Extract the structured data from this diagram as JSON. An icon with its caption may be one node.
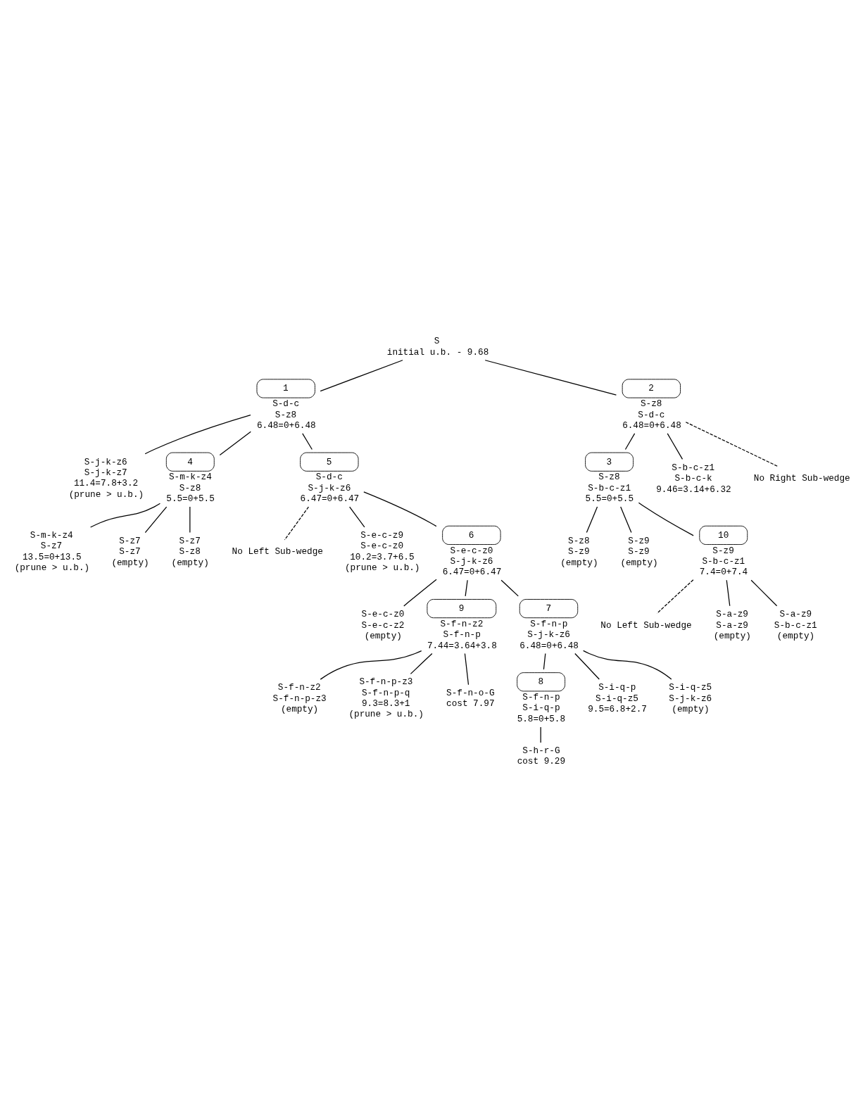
{
  "diagram": {
    "nodes": [
      {
        "text": [
          "S",
          "initial u.b. - 9.68"
        ]
      },
      {
        "text": [
          "1",
          "S-d-c",
          "S-z8",
          "6.48=0+6.48"
        ]
      },
      {
        "text": [
          "2",
          "S-z8",
          "S-d-c",
          "6.48=0+6.48"
        ]
      },
      {
        "text": [
          "S-j-k-z6",
          "S-j-k-z7",
          "11.4=7.8+3.2",
          "(prune > u.b.)"
        ]
      },
      {
        "text": [
          "4",
          "S-m-k-z4",
          "S-z8",
          "5.5=0+5.5"
        ]
      },
      {
        "text": [
          "S-m-k-z4",
          "S-z7",
          "13.5=0+13.5",
          "(prune > u.b.)"
        ]
      },
      {
        "text": [
          "S-z7",
          "S-z7",
          "(empty)"
        ]
      },
      {
        "text": [
          "S-z7",
          "S-z8",
          "(empty)"
        ]
      },
      {
        "text": [
          "5",
          "S-d-c",
          "S-j-k-z6",
          "6.47=0+6.47"
        ]
      },
      {
        "text": [
          "No Left Sub-wedge"
        ]
      },
      {
        "text": [
          "S-e-c-z9",
          "S-e-c-z0",
          "10.2=3.7+6.5",
          "(prune > u.b.)"
        ]
      },
      {
        "text": [
          "6",
          "S-e-c-z0",
          "S-j-k-z6",
          "6.47=0+6.47"
        ]
      },
      {
        "text": [
          "S-e-c-z0",
          "S-e-c-z2",
          "(empty)"
        ]
      },
      {
        "text": [
          "9",
          "S-f-n-z2",
          "S-f-n-p",
          "7.44=3.64+3.8"
        ]
      },
      {
        "text": [
          "S-f-n-z2",
          "S-f-n-p-z3",
          "(empty)"
        ]
      },
      {
        "text": [
          "S-f-n-p-z3",
          "S-f-n-p-q",
          "9.3=8.3+1",
          "(prune > u.b.)"
        ]
      },
      {
        "text": [
          "S-f-n-o-G",
          "cost 7.97"
        ]
      },
      {
        "text": [
          "7",
          "S-f-n-p",
          "S-j-k-z6",
          "6.48=0+6.48"
        ]
      },
      {
        "text": [
          "8",
          "S-f-n-p",
          "S-i-q-p",
          "5.8=0+5.8"
        ]
      },
      {
        "text": [
          "S-h-r-G",
          "cost 9.29"
        ]
      },
      {
        "text": [
          "S-i-q-p",
          "S-i-q-z5",
          "9.5=6.8+2.7"
        ]
      },
      {
        "text": [
          "S-i-q-z5",
          "S-j-k-z6",
          "(empty)"
        ]
      },
      {
        "text": [
          "3",
          "S-z8",
          "S-b-c-z1",
          "5.5=0+5.5"
        ]
      },
      {
        "text": [
          "S-b-c-z1",
          "S-b-c-k",
          "9.46=3.14+6.32"
        ]
      },
      {
        "text": [
          "No Right Sub-wedge"
        ]
      },
      {
        "text": [
          "S-z8",
          "S-z9",
          "(empty)"
        ]
      },
      {
        "text": [
          "S-z9",
          "S-z9",
          "(empty)"
        ]
      },
      {
        "text": [
          "10",
          "S-z9",
          "S-b-c-z1",
          "7.4=0+7.4"
        ]
      },
      {
        "text": [
          "No Left Sub-wedge"
        ]
      },
      {
        "text": [
          "S-a-z9",
          "S-a-z9",
          "(empty)"
        ]
      },
      {
        "text": [
          "S-a-z9",
          "S-b-c-z1",
          "(empty)"
        ]
      }
    ],
    "edges": [
      {
        "from": 0,
        "to": 1,
        "arrow": "none"
      },
      {
        "from": 0,
        "to": 2,
        "arrow": "none"
      },
      {
        "from": 1,
        "to": 8,
        "arrow": "none"
      },
      {
        "from": 1,
        "to": 3,
        "arrow": "none"
      },
      {
        "from": 1,
        "to": 4,
        "arrow": "none"
      },
      {
        "from": 4,
        "to": 5,
        "arrow": "none"
      },
      {
        "from": 4,
        "to": 6,
        "arrow": "none"
      },
      {
        "from": 4,
        "to": 7,
        "arrow": "none"
      },
      {
        "from": 8,
        "to": 9,
        "arrow": "none",
        "style": "dashed"
      },
      {
        "from": 8,
        "to": 10,
        "arrow": "none"
      },
      {
        "from": 8,
        "to": 11,
        "arrow": "none"
      },
      {
        "from": 11,
        "to": 12,
        "arrow": "none"
      },
      {
        "from": 11,
        "to": 13,
        "arrow": "none"
      },
      {
        "from": 11,
        "to": 17,
        "arrow": "none"
      },
      {
        "from": 13,
        "to": 14,
        "arrow": "none"
      },
      {
        "from": 13,
        "to": 15,
        "arrow": "none"
      },
      {
        "from": 13,
        "to": 16,
        "arrow": "none"
      },
      {
        "from": 17,
        "to": 18,
        "arrow": "none"
      },
      {
        "from": 18,
        "to": 19,
        "arrow": "none"
      },
      {
        "from": 17,
        "to": 20,
        "arrow": "none"
      },
      {
        "from": 17,
        "to": 21,
        "arrow": "none"
      },
      {
        "from": 2,
        "to": 22,
        "arrow": "none"
      },
      {
        "from": 2,
        "to": 23,
        "arrow": "none"
      },
      {
        "from": 2,
        "to": 24,
        "arrow": "none",
        "style": "dashed"
      },
      {
        "from": 22,
        "to": 25,
        "arrow": "none"
      },
      {
        "from": 22,
        "to": 26,
        "arrow": "none"
      },
      {
        "from": 22,
        "to": 27,
        "arrow": "none"
      },
      {
        "from": 27,
        "to": 28,
        "arrow": "none",
        "style": "dashed"
      },
      {
        "from": 27,
        "to": 29,
        "arrow": "none"
      },
      {
        "from": 27,
        "to": 30,
        "arrow": "none"
      }
    ]
  }
}
